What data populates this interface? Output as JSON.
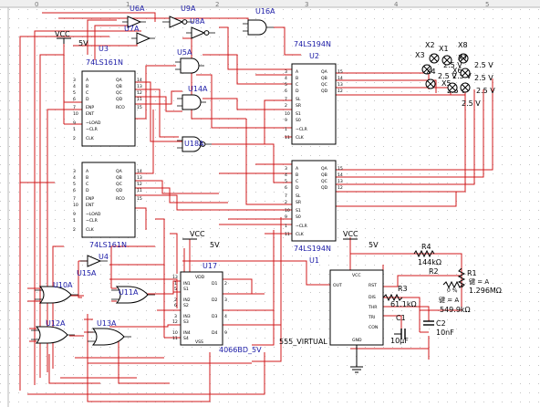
{
  "ruler": {
    "top": [
      "0",
      "1",
      "2",
      "3",
      "4",
      "5"
    ]
  },
  "power": {
    "vcc_label": "VCC",
    "supply_label": "5V",
    "supply_label_2": "5V"
  },
  "chips": {
    "u3": {
      "ref": "U3",
      "part": "74LS161N"
    },
    "u4": {
      "ref": "U4",
      "part": "74LS161N"
    },
    "u2": {
      "ref": "U2",
      "part": "74LS194N"
    },
    "u1": {
      "ref": "U1",
      "part": "74LS194N"
    },
    "u17": {
      "ref": "U17",
      "part": "4066BD_5V"
    },
    "timer": {
      "part": "555_VIRTUAL"
    }
  },
  "gates": [
    "U6A",
    "U9A",
    "U7A",
    "U8A",
    "U16A",
    "U5A",
    "U14A",
    "U18A",
    "U15A",
    "U10A",
    "U11A",
    "U12A",
    "U13A"
  ],
  "probes": [
    {
      "ref": "X2",
      "voltage": "2.5 V"
    },
    {
      "ref": "X1",
      "voltage": "2.5 V"
    },
    {
      "ref": "X8",
      "voltage": "2.5 V"
    },
    {
      "ref": "X3",
      "voltage": "2.5 V"
    },
    {
      "ref": "X4",
      "voltage": "2.5 V"
    },
    {
      "ref": "X7",
      "voltage": "2.5 V"
    },
    {
      "ref": "X5",
      "voltage": "2.5 V"
    },
    {
      "ref": "X6",
      "voltage": "2.5 V"
    }
  ],
  "components": {
    "r4": {
      "ref": "R4",
      "value": "144kΩ"
    },
    "r2": {
      "ref": "R2",
      "value": "549.9kΩ",
      "setting": "0 %",
      "key": "键 = A"
    },
    "r1": {
      "ref": "R1",
      "value": "1.296MΩ",
      "key": "键 = A"
    },
    "r3": {
      "ref": "R3",
      "value": "61.1kΩ"
    },
    "c1": {
      "ref": "C1",
      "value": "10µF"
    },
    "c2": {
      "ref": "C2",
      "value": "10nF"
    }
  },
  "pins": {
    "u161": [
      "A",
      "B",
      "C",
      "D",
      "QA",
      "QB",
      "QC",
      "QD",
      "ENP",
      "ENT",
      "RCO",
      "~LOAD",
      "~CLR",
      "CLK"
    ],
    "u194": [
      "A",
      "B",
      "C",
      "D",
      "QA",
      "QB",
      "QC",
      "QD",
      "SL",
      "SR",
      "S1",
      "S0",
      "~CLR",
      "CLK"
    ],
    "u4066": [
      "VDD",
      "IN1",
      "IN2",
      "IN3",
      "IN4",
      "S1",
      "S2",
      "S3",
      "S4",
      "D1",
      "D2",
      "D3",
      "D4",
      "VSS"
    ],
    "u555": [
      "VCC",
      "RST",
      "OUT",
      "DIS",
      "THR",
      "TRI",
      "CON",
      "GND"
    ]
  },
  "pin_numbers": {
    "u161_left": [
      "3",
      "4",
      "5",
      "6",
      "7",
      "10",
      "9",
      "1",
      "2"
    ],
    "u161_right": [
      "14",
      "13",
      "12",
      "11",
      "15"
    ],
    "u194_left": [
      "3",
      "4",
      "5",
      "6",
      "7",
      "2",
      "10",
      "9",
      "1",
      "11"
    ],
    "u194_right": [
      "15",
      "14",
      "13",
      "12"
    ],
    "u4066_left": [
      "13",
      "1",
      "5",
      "2",
      "6",
      "3",
      "12",
      "10",
      "11"
    ],
    "u4066_right": [
      "2",
      "3",
      "4",
      "9",
      "8",
      "10",
      "11"
    ]
  }
}
